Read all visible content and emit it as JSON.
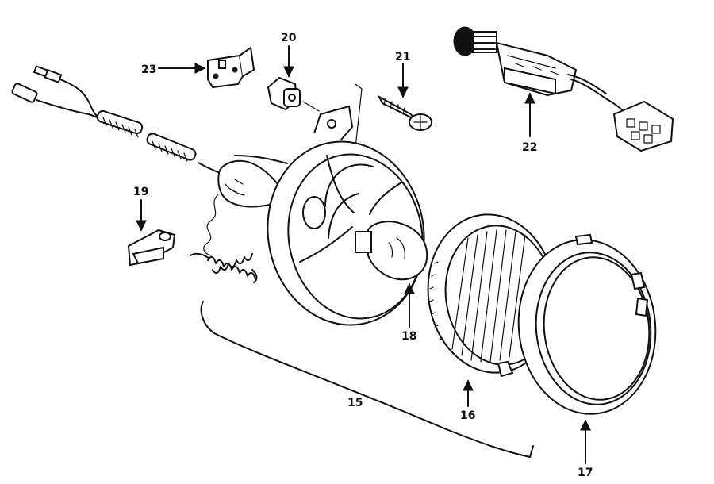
{
  "diagram": {
    "callouts": [
      {
        "id": "15",
        "text": "15"
      },
      {
        "id": "16",
        "text": "16"
      },
      {
        "id": "17",
        "text": "17"
      },
      {
        "id": "18",
        "text": "18"
      },
      {
        "id": "19",
        "text": "19"
      },
      {
        "id": "20",
        "text": "20"
      },
      {
        "id": "21",
        "text": "21"
      },
      {
        "id": "22",
        "text": "22"
      },
      {
        "id": "23",
        "text": "23"
      }
    ]
  }
}
